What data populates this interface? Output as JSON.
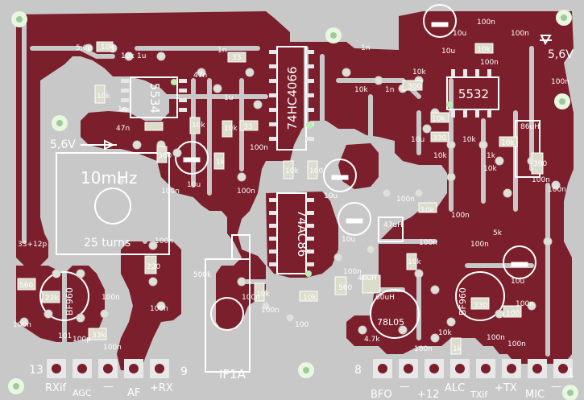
{
  "palette": {
    "board": "#c8c8c8",
    "copper": "#7a1f2b",
    "silk": "#ffffff",
    "pad": "#e8e8e8",
    "via": "#b8dcb0",
    "comp": "#d8d8c8"
  },
  "ics": {
    "u1": "5534",
    "u2": "74HC4066",
    "u3": "5532",
    "u4": "74AC86"
  },
  "big_labels": {
    "inductor": "10mHz",
    "turns": "25 turns",
    "supply_left": "5,6V",
    "supply_right": "5,6V",
    "filter": "IF1A",
    "regulator": "78L05",
    "transistor_left": "BF960",
    "transistor_right": "BF960"
  },
  "connector_left": {
    "num_left": "13",
    "num_right": "9",
    "label_rxif": "RXif",
    "label_agc": "AGC",
    "label_minus": "—",
    "label_af": "AF",
    "label_rx": "+RX"
  },
  "connector_right": {
    "num_left": "8",
    "num_right": "1",
    "label_bfo": "BFO",
    "label_minus": "—",
    "label_12": "+12",
    "label_alc": "ALC",
    "label_txif": "TXif",
    "label_tx": "+TX",
    "label_mic": "MIC",
    "label_minus2": "—"
  },
  "values": {
    "v5_6p": "5,6p",
    "v10k_a": "10k",
    "v1u": "1u",
    "v10k_b": "10k",
    "v1n_a": "1n",
    "v33_a": "33",
    "v47n_a": "47n",
    "v10k_c": "10k",
    "v1n_b": "1n",
    "v47n_b": "47n",
    "v10k_d": "10k",
    "v10k_e": "10k",
    "v1u_b": "1u",
    "v33_b": "33",
    "v360": "360",
    "v1k_a": "1k",
    "v10u_a": "10u",
    "v100n_a": "100n",
    "v100n_b": "100n",
    "v33_12p": "33+12p",
    "v560": "560",
    "v22k": "22k",
    "v100n_c": "100n",
    "v100p": "100p",
    "v33k": "33k",
    "v101": "101",
    "v100n_d": "100n",
    "v220": "220",
    "v100n_e": "100n",
    "v100n_f": "100n",
    "v10k_f": "10k",
    "v100_a": "100",
    "v100_b": "100",
    "v10u_b": "10u",
    "v10u_c": "10u",
    "v100n_g": "100n",
    "v47uh": "47uH",
    "v10k_g": "10k",
    "v10k_h": "10k",
    "v500k": "500k",
    "v10k_i": "10k",
    "v10k_j": "10k",
    "v100n_h": "100n",
    "v100n_i": "100n",
    "v560b": "560",
    "v46uh": "46uH",
    "v60uh": "60uH",
    "v10k_k": "10k",
    "v10k_l": "10k",
    "v1n_c": "1n",
    "v1n_d": "1n",
    "v300": "300",
    "v10k_m": "10k",
    "v10k_n": "10k",
    "v330": "330",
    "v10u_d": "10u",
    "v10u_e": "10u",
    "v10k_o": "10k",
    "v100n_j": "100n",
    "v100n_k": "100n",
    "v100n_l": "100n",
    "v100n_m": "100n",
    "v10u_f": "10u",
    "v10k_p": "10k",
    "v10k_q": "10k",
    "v86uh": "86uH",
    "v1k_b": "1k",
    "v10k_r": "10k",
    "v390": "390",
    "v100n_n": "100n",
    "v5k": "5k",
    "v100n_o": "100n",
    "v100n_p": "100n",
    "v330b": "330",
    "v100b": "100",
    "v100n_q": "100n",
    "v10u_g": "10u",
    "v1k_c": "1k",
    "v100n_r": "100n",
    "v100n_s": "100n",
    "v10k_s": "10k",
    "v100n_t": "100n",
    "v47k": "4.7k",
    "v100n_u": "100n",
    "v100n_v": "100n",
    "v100n_w": "100n",
    "v100n_x": "100n",
    "v100n_y": "100n"
  }
}
